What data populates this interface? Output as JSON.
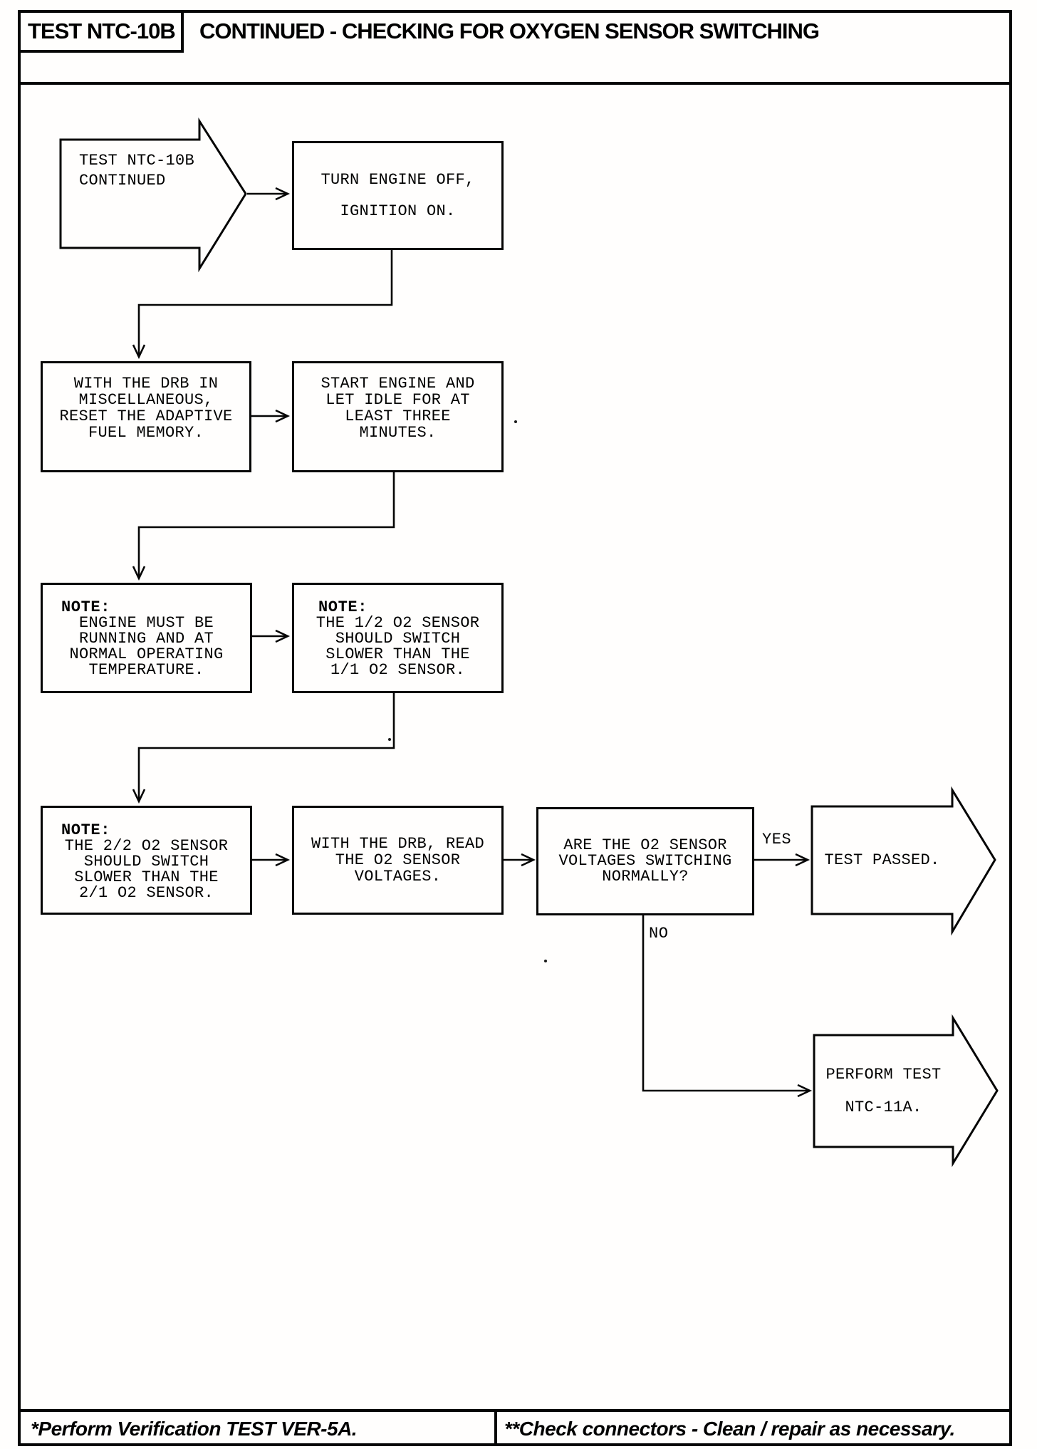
{
  "header": {
    "test_id": "TEST NTC-10B",
    "title": "CONTINUED - CHECKING FOR OXYGEN SENSOR SWITCHING"
  },
  "flowchart": {
    "entry_connector": {
      "lines": [
        "TEST NTC-10B",
        "CONTINUED"
      ]
    },
    "turn_engine_off": {
      "lines": [
        "TURN ENGINE OFF,",
        "IGNITION ON."
      ]
    },
    "drb_reset": {
      "lines": [
        "WITH THE DRB IN",
        "MISCELLANEOUS,",
        "RESET THE ADAPTIVE",
        "FUEL MEMORY."
      ]
    },
    "start_engine": {
      "lines": [
        "START ENGINE AND",
        "LET IDLE FOR AT",
        "LEAST THREE",
        "MINUTES."
      ]
    },
    "note_engine_running": {
      "label": "NOTE:",
      "lines": [
        "ENGINE MUST BE",
        "RUNNING AND AT",
        "NORMAL OPERATING",
        "TEMPERATURE."
      ]
    },
    "note_1_2_sensor": {
      "label": "NOTE:",
      "lines": [
        "THE 1/2 O2 SENSOR",
        "SHOULD SWITCH",
        "SLOWER THAN THE",
        "1/1 O2 SENSOR."
      ]
    },
    "note_2_2_sensor": {
      "label": "NOTE:",
      "lines": [
        "THE 2/2 O2 SENSOR",
        "SHOULD SWITCH",
        "SLOWER THAN THE",
        "2/1 O2 SENSOR."
      ]
    },
    "read_voltages": {
      "lines": [
        "WITH THE DRB, READ",
        "THE O2 SENSOR",
        "VOLTAGES."
      ]
    },
    "decision_switching": {
      "lines": [
        "ARE THE O2 SENSOR",
        "VOLTAGES SWITCHING",
        "NORMALLY?"
      ]
    },
    "yes_label": "YES",
    "no_label": "NO",
    "test_passed": {
      "lines": [
        "TEST PASSED."
      ]
    },
    "perform_ntc11a": {
      "lines": [
        "PERFORM TEST",
        "NTC-11A."
      ]
    }
  },
  "footer": {
    "left": "*Perform Verification TEST VER-5A.",
    "right": "**Check connectors - Clean / repair as necessary."
  }
}
